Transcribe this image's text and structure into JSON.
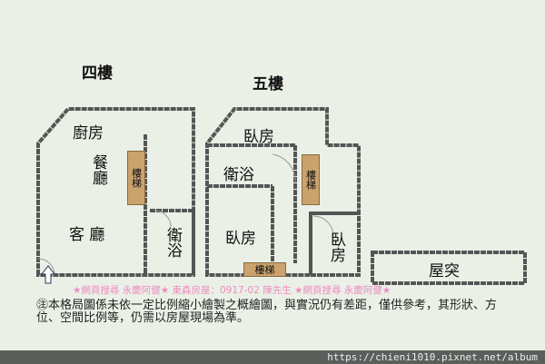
{
  "floors": {
    "fourth": {
      "title": "四樓",
      "rooms": {
        "kitchen": "廚房",
        "dining": "餐廳",
        "living": "客 廳",
        "stairs": "樓梯",
        "bath": "衛浴"
      }
    },
    "fifth": {
      "title": "五樓",
      "rooms": {
        "bedroom_top": "臥房",
        "bath": "衛浴",
        "stairs_right": "樓梯",
        "bedroom_left": "臥房",
        "stairs_bottom": "樓梯",
        "bedroom_right": "臥房"
      }
    },
    "roof": {
      "label": "屋突"
    }
  },
  "watermark": "★網頁搜尋 永慶阿健★ 東森房屋：0917-02 陳先生 ★網頁搜尋 永慶阿健★",
  "note": "㊟本格局圖係未依一定比例縮小繪製之概繪圖，與實況仍有差距，僅供參考，其形狀、方位、空間比例等，仍需以房屋現場為準。",
  "footer": {
    "url": "https://chieni1010.pixnet.net/album"
  },
  "colors": {
    "wall": "#555555",
    "stairs": "#c9a26d",
    "background": "#eaf0e6",
    "watermark": "#f07ab8"
  }
}
